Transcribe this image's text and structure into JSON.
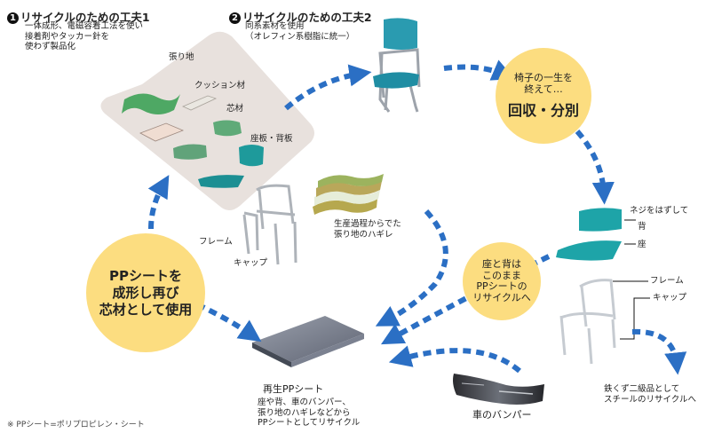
{
  "step1": {
    "number": "1",
    "title": "リサイクルのための工夫1",
    "desc": "一体成形、電磁容着工法を使い\n接着剤やタッカー針を\n使わず製品化"
  },
  "step2": {
    "number": "2",
    "title": "リサイクルのための工夫2",
    "desc": "同系素材を使用\n（オレフィン系樹脂に統一）"
  },
  "parts": {
    "fabric": "張り地",
    "cushion": "クッション材",
    "core": "芯材",
    "seat_back": "座板・背板",
    "frame": "フレーム",
    "cap": "キャップ"
  },
  "offcuts": "生産過程からでた\n張り地のハギレ",
  "end_of_life": {
    "line1": "椅子の一生を\n終えて…",
    "line2": "回収・分別"
  },
  "disassembly": {
    "remove_screws": "ネジをはずして",
    "back": "背",
    "seat": "座",
    "frame": "フレーム",
    "cap": "キャップ"
  },
  "seat_recycle": "座と背は\nこのまま\nPPシートの\nリサイクルへ",
  "pp_reuse": "PPシートを\n成形し再び\n芯材として使用",
  "recycled_sheet": {
    "title": "再生PPシート",
    "desc": "座や背、車のバンパー、\n張り地のハギレなどから\nPPシートとしてリサイクル"
  },
  "bumper": "車のバンパー",
  "steel": "鉄くず二級品として\nスチールのリサイクルへ",
  "footnote": "※ PPシート=ポリプロピレン・シート",
  "colors": {
    "arrow": "#2b6fc4",
    "circle": "#fcdd80",
    "diamond": "#e8e1dd",
    "teal": "#1e9a9b",
    "green": "#5aa86a"
  }
}
